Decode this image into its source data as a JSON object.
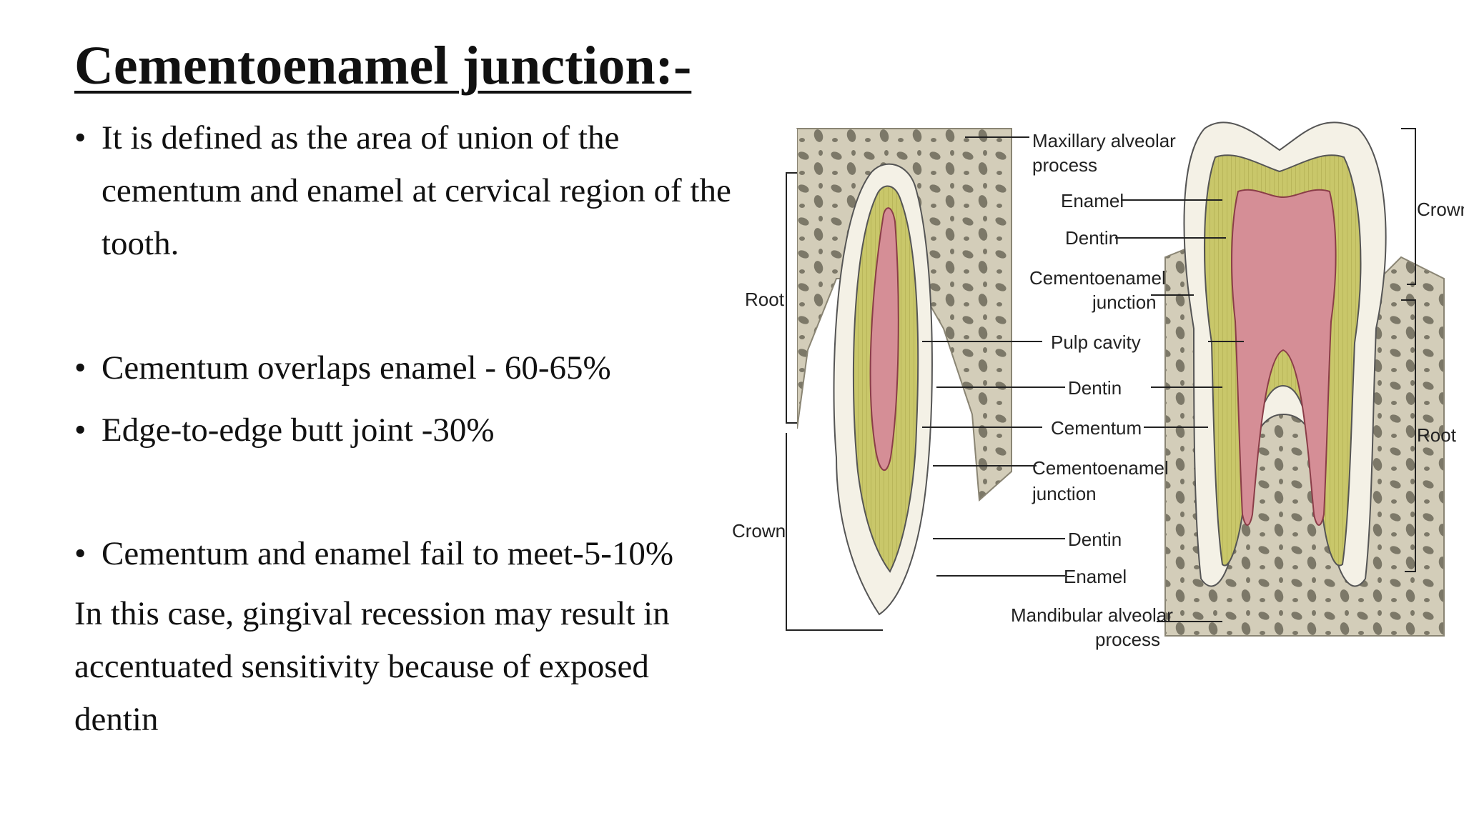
{
  "slide": {
    "title": "Cementoenamel junction:-",
    "bullet_symbol": "•",
    "bullets": [
      "It is defined as the area of union of the cementum and enamel at cervical region of the tooth.",
      "Cementum overlaps enamel - 60-65%",
      "Edge-to-edge butt joint -30%",
      "Cementum and enamel fail to meet-5-10%"
    ],
    "note": "In this case, gingival recession may result in accentuated sensitivity because of exposed dentin"
  },
  "figure": {
    "labels": {
      "maxillary_alveolar_1": "Maxillary alveolar",
      "maxillary_alveolar_2": "process",
      "enamel_top": "Enamel",
      "dentin_top": "Dentin",
      "cej_top_1": "Cementoenamel",
      "cej_top_2": "junction",
      "pulp_cavity": "Pulp cavity",
      "dentin_mid": "Dentin",
      "cementum": "Cementum",
      "cej_mid_1": "Cementoenamel",
      "cej_mid_2": "junction",
      "dentin_low": "Dentin",
      "enamel_low": "Enamel",
      "mandibular_alveolar_1": "Mandibular alveolar",
      "mandibular_alveolar_2": "process",
      "root_left": "Root",
      "crown_left": "Crown",
      "crown_right": "Crown",
      "root_right": "Root"
    },
    "colors": {
      "enamel": "#f4f1e6",
      "dentin": "#c9c76a",
      "pulp": "#d58e96",
      "bone": "#cfc9b6",
      "bone_pores": "#7c7868",
      "lines": "#222222"
    }
  }
}
